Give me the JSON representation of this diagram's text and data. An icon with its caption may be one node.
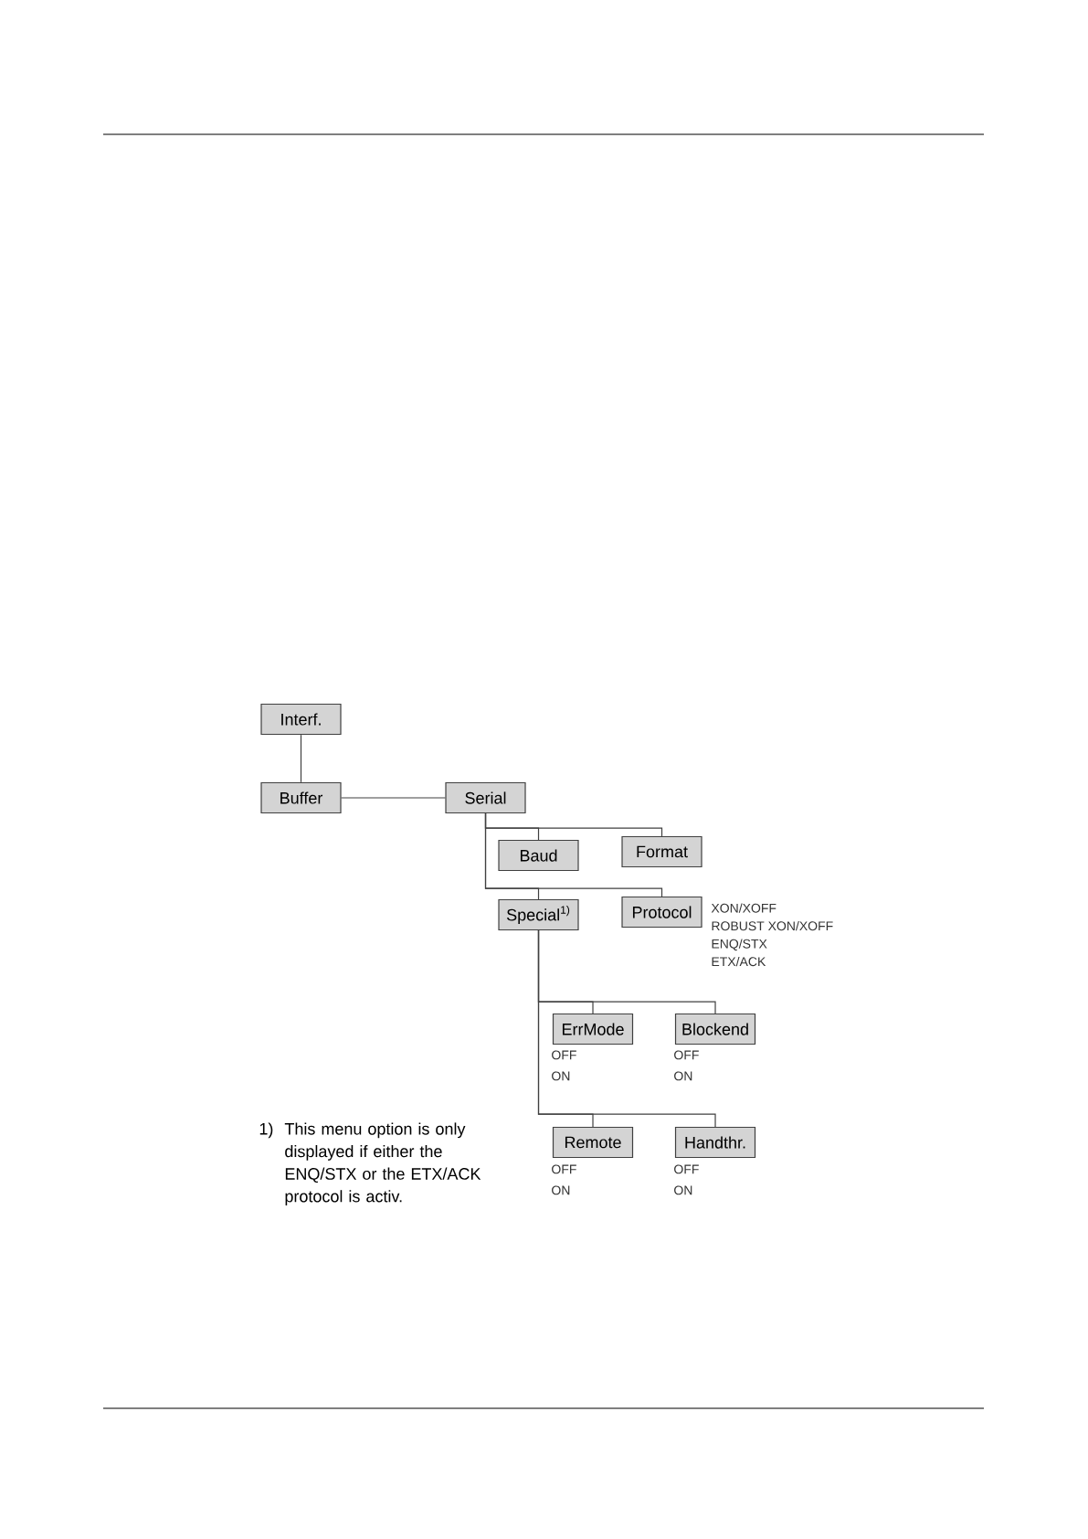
{
  "diagram": {
    "nodes": [
      {
        "text": [
          "Interf."
        ]
      },
      {
        "text": [
          "Buffer"
        ]
      },
      {
        "text": [
          "Serial"
        ]
      },
      {
        "text": [
          "Baud"
        ]
      },
      {
        "text": [
          "Format"
        ]
      },
      {
        "text": [
          "Special$^{1)}$"
        ]
      },
      {
        "text": [
          "Protocol"
        ],
        "beside": [
          "XON/XOFF",
          "ROBUST XON/XOFF",
          "ENQ/STX",
          "ETX/ACK"
        ]
      },
      {
        "text": [
          "ErrMode"
        ],
        "beside": [
          "OFF",
          "ON"
        ]
      },
      {
        "text": [
          "Blockend"
        ],
        "beside": [
          "OFF",
          "ON"
        ]
      },
      {
        "text": [
          "Remote"
        ],
        "beside": [
          "OFF",
          "ON"
        ]
      },
      {
        "text": [
          "Handthr."
        ],
        "beside": [
          "OFF",
          "ON"
        ]
      }
    ],
    "edges": [
      {
        "from": 0,
        "to": 1,
        "arrow": "none"
      },
      {
        "from": 1,
        "to": 2,
        "arrow": "none"
      },
      {
        "from": 2,
        "to": 3,
        "arrow": "none"
      },
      {
        "from": 2,
        "to": 4,
        "arrow": "none"
      },
      {
        "from": 2,
        "to": 5,
        "arrow": "none"
      },
      {
        "from": 2,
        "to": 6,
        "arrow": "none"
      },
      {
        "from": 5,
        "to": 7,
        "arrow": "none"
      },
      {
        "from": 5,
        "to": 8,
        "arrow": "none"
      },
      {
        "from": 5,
        "to": 9,
        "arrow": "none"
      },
      {
        "from": 5,
        "to": 10,
        "arrow": "none"
      }
    ],
    "labels": [
      "1)",
      "This menu option is only displayed if either the ENQ/STX or the ETX/ACK protocol is activ."
    ]
  }
}
